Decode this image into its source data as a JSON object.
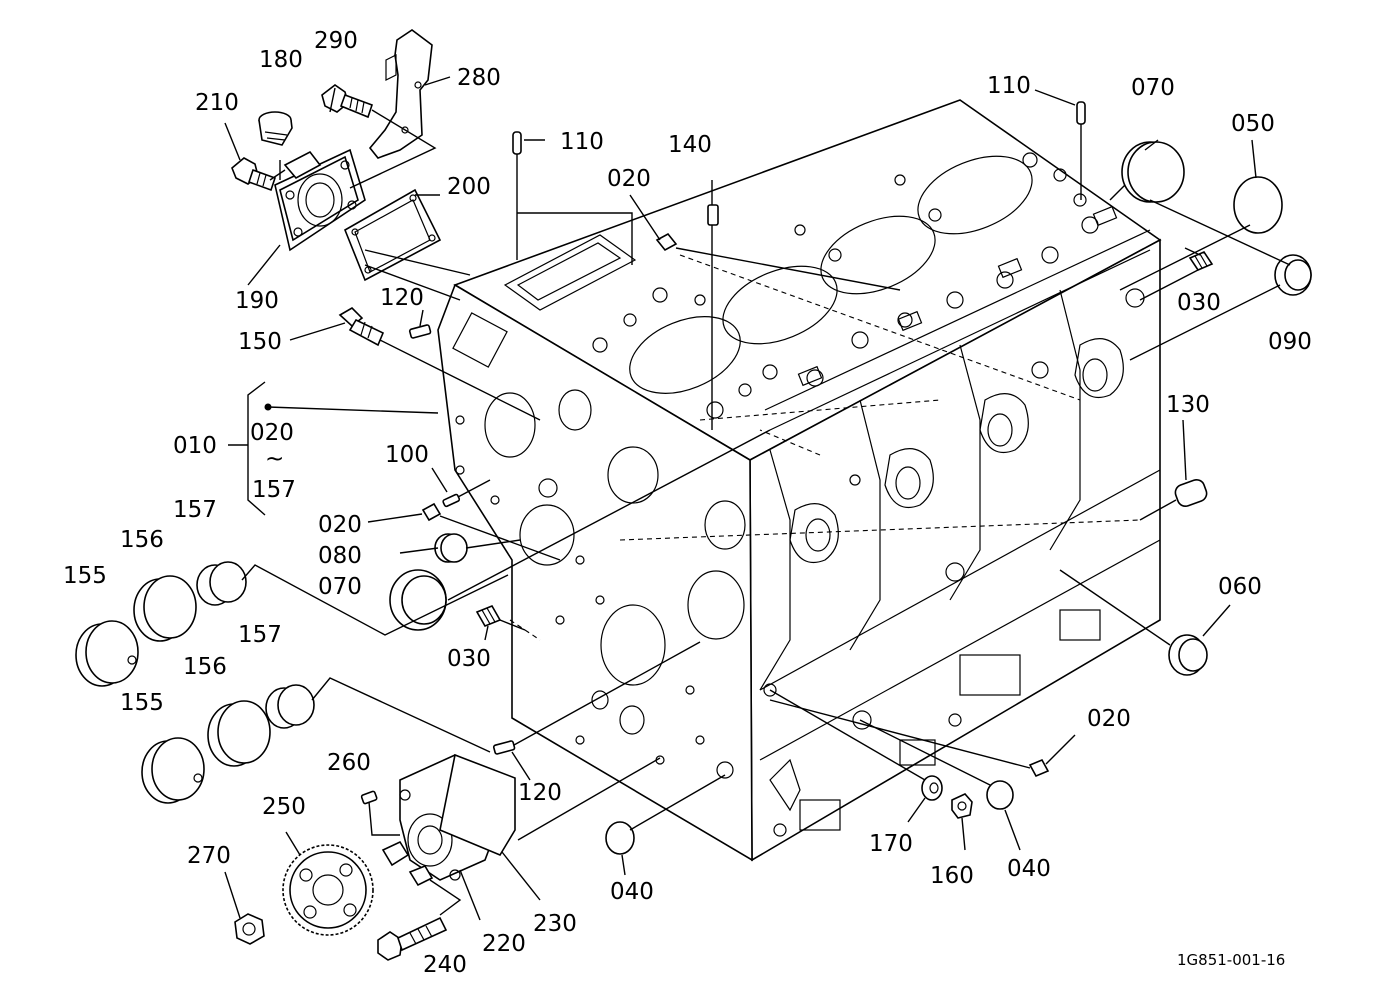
{
  "diagram": {
    "callouts": {
      "c290": "290",
      "c180": "180",
      "c280": "280",
      "c210": "210",
      "c200": "200",
      "c190": "190",
      "c120a": "120",
      "c150": "150",
      "c110a": "110",
      "c140": "140",
      "c020a": "020",
      "c110b": "110",
      "c070a": "070",
      "c050": "050",
      "c030a": "030",
      "c090": "090",
      "c010": "010",
      "c020range": "020",
      "c157range": "157",
      "c100": "100",
      "c020b": "020",
      "c080": "080",
      "c070b": "070",
      "c030b": "030",
      "c130": "130",
      "c060": "060",
      "c157a": "157",
      "c156a": "156",
      "c155a": "155",
      "c157b": "157",
      "c156b": "156",
      "c155b": "155",
      "c260": "260",
      "c120b": "120",
      "c250": "250",
      "c270": "270",
      "c220": "220",
      "c230": "230",
      "c240": "240",
      "c040a": "040",
      "c020c": "020",
      "c170": "170",
      "c160": "160",
      "c040b": "040"
    },
    "tilde": "~",
    "figure_code": "1G851-001-16"
  }
}
